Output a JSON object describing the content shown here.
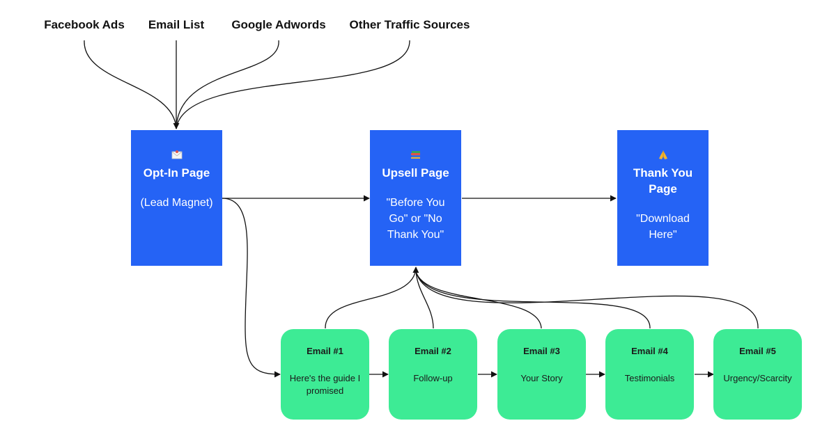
{
  "sources": [
    {
      "label": "Facebook Ads"
    },
    {
      "label": "Email List"
    },
    {
      "label": "Google Adwords"
    },
    {
      "label": "Other Traffic Sources"
    }
  ],
  "pages": [
    {
      "icon": "envelope-icon",
      "title": "Opt-In Page",
      "subtitle": "(Lead Magnet)"
    },
    {
      "icon": "books-icon",
      "title": "Upsell Page",
      "subtitle": "\"Before You Go\" or \"No Thank You\""
    },
    {
      "icon": "praying-hands-icon",
      "title": "Thank You Page",
      "subtitle": "\"Download Here\""
    }
  ],
  "emails": [
    {
      "title": "Email #1",
      "subtitle": "Here's the guide I promised"
    },
    {
      "title": "Email #2",
      "subtitle": "Follow-up"
    },
    {
      "title": "Email #3",
      "subtitle": "Your Story"
    },
    {
      "title": "Email #4",
      "subtitle": "Testimonials"
    },
    {
      "title": "Email #5",
      "subtitle": "Urgency/Scarcity"
    }
  ],
  "colors": {
    "page_fill": "#2563f5",
    "email_fill": "#3deb95",
    "connector": "#111111"
  }
}
